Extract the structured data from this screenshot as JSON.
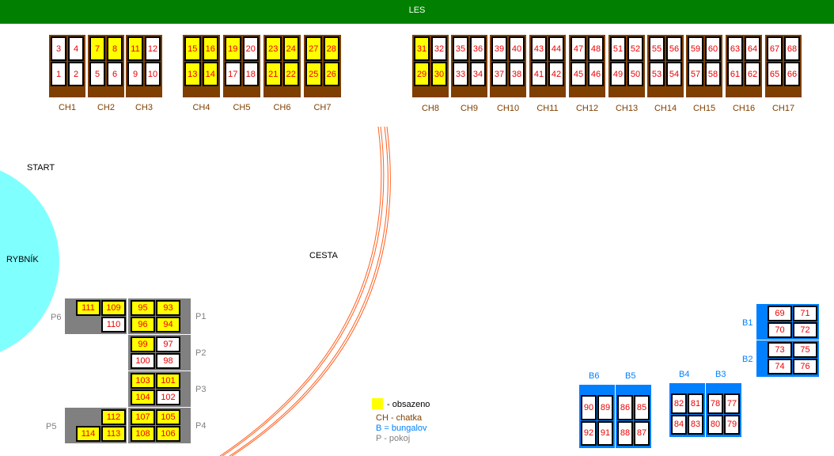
{
  "top_label": "LES",
  "labels": {
    "start": "START",
    "pond": "RYBNÍK",
    "road": "CESTA"
  },
  "colors": {
    "occupied": "#ffff00",
    "free": "#ffffff",
    "hut": "#7f3f00",
    "bungalow": "#0080ff",
    "room_block": "#808080",
    "forest": "#007f00",
    "pond": "#80ffff",
    "road": "#ff6020"
  },
  "huts": [
    {
      "name": "CH1",
      "rooms": [
        [
          "3",
          0
        ],
        [
          "4",
          0
        ],
        [
          "1",
          0
        ],
        [
          "2",
          0
        ]
      ]
    },
    {
      "name": "CH2",
      "rooms": [
        [
          "7",
          1
        ],
        [
          "8",
          1
        ],
        [
          "5",
          0
        ],
        [
          "6",
          0
        ]
      ]
    },
    {
      "name": "CH3",
      "rooms": [
        [
          "11",
          1
        ],
        [
          "12",
          0
        ],
        [
          "9",
          0
        ],
        [
          "10",
          0
        ]
      ]
    },
    {
      "name": "CH4",
      "rooms": [
        [
          "15",
          1
        ],
        [
          "16",
          1
        ],
        [
          "13",
          1
        ],
        [
          "14",
          1
        ]
      ]
    },
    {
      "name": "CH5",
      "rooms": [
        [
          "19",
          1
        ],
        [
          "20",
          0
        ],
        [
          "17",
          0
        ],
        [
          "18",
          0
        ]
      ]
    },
    {
      "name": "CH6",
      "rooms": [
        [
          "23",
          1
        ],
        [
          "24",
          1
        ],
        [
          "21",
          1
        ],
        [
          "22",
          1
        ]
      ]
    },
    {
      "name": "CH7",
      "rooms": [
        [
          "27",
          1
        ],
        [
          "28",
          1
        ],
        [
          "25",
          1
        ],
        [
          "26",
          1
        ]
      ]
    },
    {
      "name": "CH8",
      "rooms": [
        [
          "31",
          1
        ],
        [
          "32",
          0
        ],
        [
          "29",
          1
        ],
        [
          "30",
          1
        ]
      ]
    },
    {
      "name": "CH9",
      "rooms": [
        [
          "35",
          0
        ],
        [
          "36",
          0
        ],
        [
          "33",
          0
        ],
        [
          "34",
          0
        ]
      ]
    },
    {
      "name": "CH10",
      "rooms": [
        [
          "39",
          0
        ],
        [
          "40",
          0
        ],
        [
          "37",
          0
        ],
        [
          "38",
          0
        ]
      ]
    },
    {
      "name": "CH11",
      "rooms": [
        [
          "43",
          0
        ],
        [
          "44",
          0
        ],
        [
          "41",
          0
        ],
        [
          "42",
          0
        ]
      ]
    },
    {
      "name": "CH12",
      "rooms": [
        [
          "47",
          0
        ],
        [
          "48",
          0
        ],
        [
          "45",
          0
        ],
        [
          "46",
          0
        ]
      ]
    },
    {
      "name": "CH13",
      "rooms": [
        [
          "51",
          0
        ],
        [
          "52",
          0
        ],
        [
          "49",
          0
        ],
        [
          "50",
          0
        ]
      ]
    },
    {
      "name": "CH14",
      "rooms": [
        [
          "55",
          0
        ],
        [
          "56",
          0
        ],
        [
          "53",
          0
        ],
        [
          "54",
          0
        ]
      ]
    },
    {
      "name": "CH15",
      "rooms": [
        [
          "59",
          0
        ],
        [
          "60",
          0
        ],
        [
          "57",
          0
        ],
        [
          "58",
          0
        ]
      ]
    },
    {
      "name": "CH16",
      "rooms": [
        [
          "63",
          0
        ],
        [
          "64",
          0
        ],
        [
          "61",
          0
        ],
        [
          "62",
          0
        ]
      ]
    },
    {
      "name": "CH17",
      "rooms": [
        [
          "67",
          0
        ],
        [
          "68",
          0
        ],
        [
          "65",
          0
        ],
        [
          "66",
          0
        ]
      ]
    }
  ],
  "pokoje": [
    {
      "name": "P1",
      "rooms": [
        [
          "95",
          1
        ],
        [
          "93",
          1
        ],
        [
          "96",
          1
        ],
        [
          "94",
          1
        ]
      ]
    },
    {
      "name": "P2",
      "rooms": [
        [
          "99",
          1
        ],
        [
          "97",
          0
        ],
        [
          "100",
          0
        ],
        [
          "98",
          0
        ]
      ]
    },
    {
      "name": "P3",
      "rooms": [
        [
          "103",
          1
        ],
        [
          "101",
          1
        ],
        [
          "104",
          1
        ],
        [
          "102",
          0
        ]
      ]
    },
    {
      "name": "P4",
      "rooms": [
        [
          "107",
          1
        ],
        [
          "105",
          1
        ],
        [
          "108",
          1
        ],
        [
          "106",
          1
        ]
      ]
    },
    {
      "name": "P6",
      "rooms": [
        [
          "111",
          1
        ],
        [
          "109",
          1
        ],
        null,
        [
          "110",
          0
        ]
      ]
    },
    {
      "name": "P5",
      "rooms": [
        null,
        [
          "112",
          1
        ],
        [
          "114",
          1
        ],
        [
          "113",
          1
        ]
      ]
    }
  ],
  "bungalovs_h": [
    {
      "name": "B1",
      "rooms": [
        [
          "69",
          0
        ],
        [
          "71",
          0
        ],
        [
          "70",
          0
        ],
        [
          "72",
          0
        ]
      ]
    },
    {
      "name": "B2",
      "rooms": [
        [
          "73",
          0
        ],
        [
          "75",
          0
        ],
        [
          "74",
          0
        ],
        [
          "76",
          0
        ]
      ]
    }
  ],
  "bungalovs_v": [
    {
      "name": "B6",
      "rooms": [
        [
          "90",
          0
        ],
        [
          "89",
          0
        ],
        [
          "92",
          0
        ],
        [
          "91",
          0
        ]
      ]
    },
    {
      "name": "B5",
      "rooms": [
        [
          "86",
          0
        ],
        [
          "85",
          0
        ],
        [
          "88",
          0
        ],
        [
          "87",
          0
        ]
      ]
    },
    {
      "name": "B4",
      "rooms": [
        [
          "82",
          0
        ],
        [
          "81",
          0
        ],
        [
          "84",
          0
        ],
        [
          "83",
          0
        ]
      ]
    },
    {
      "name": "B3",
      "rooms": [
        [
          "78",
          0
        ],
        [
          "77",
          0
        ],
        [
          "80",
          0
        ],
        [
          "79",
          0
        ]
      ]
    }
  ],
  "legend": {
    "occupied": "- obsazeno",
    "ch": "CH - chatka",
    "b": "B = bungalov",
    "p": "P - pokoj"
  }
}
